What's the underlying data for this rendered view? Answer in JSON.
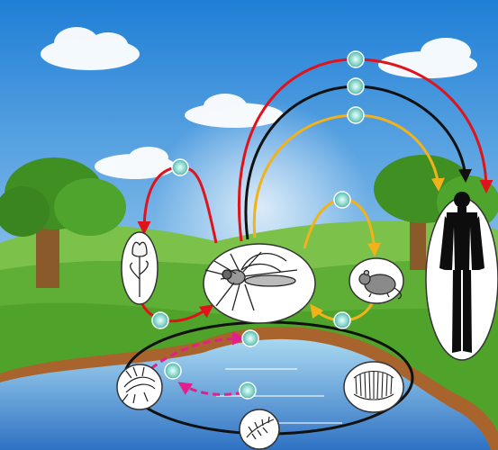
{
  "diagram": {
    "colors": {
      "sky_top": "#1f7fd6",
      "sky_bottom": "#cfeaf7",
      "grass": "#4fa32a",
      "water": "#3f86d4",
      "riverbank": "#a9642d",
      "arrow_red": "#e0121b",
      "arrow_black": "#111111",
      "arrow_yellow": "#f2b21a",
      "arrow_magenta": "#e21f8a",
      "virus": "#8fd8cf"
    },
    "nodes": [
      {
        "id": "mosquito",
        "icon": "mosquito-icon"
      },
      {
        "id": "plant",
        "icon": "flower-icon"
      },
      {
        "id": "rodent",
        "icon": "rodent-icon"
      },
      {
        "id": "human",
        "icon": "human-silhouette-icon"
      },
      {
        "id": "egg-raft",
        "icon": "egg-raft-icon"
      },
      {
        "id": "larva",
        "icon": "larva-icon"
      },
      {
        "id": "pupa",
        "icon": "pupa-icon"
      }
    ],
    "transmission_routes": [
      {
        "from": "mosquito",
        "to": "human",
        "color": "red"
      },
      {
        "from": "mosquito",
        "to": "human",
        "color": "black"
      },
      {
        "from": "mosquito",
        "to": "human",
        "color": "yellow"
      },
      {
        "from": "mosquito",
        "to": "plant",
        "color": "red"
      },
      {
        "from": "plant",
        "to": "mosquito",
        "color": "red"
      },
      {
        "from": "mosquito",
        "to": "rodent",
        "color": "yellow"
      },
      {
        "from": "rodent",
        "to": "mosquito",
        "color": "yellow"
      },
      {
        "from": "mosquito",
        "to": "egg-raft",
        "color": "magenta",
        "style": "dashed"
      },
      {
        "from": "egg-raft",
        "to": "mosquito",
        "color": "magenta",
        "style": "dashed"
      }
    ],
    "life_cycle": [
      "mosquito",
      "pupa",
      "larva",
      "egg-raft"
    ]
  }
}
